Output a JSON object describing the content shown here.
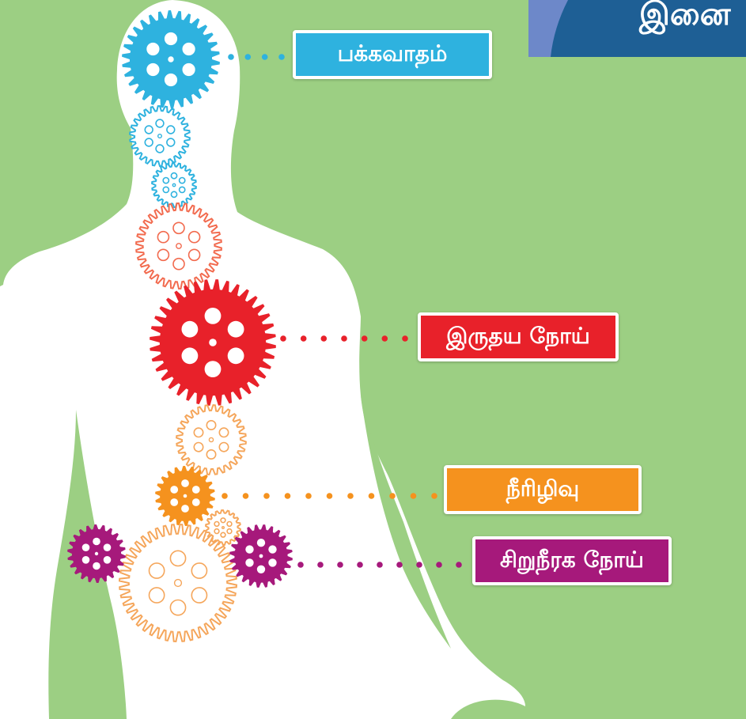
{
  "labels": {
    "stroke": "பக்கவாதம்",
    "heart_disease": "இருதய நோய்",
    "diabetes": "நீரிழிவு",
    "kidney_disease": "சிறுநீரக நோய்"
  },
  "corner_title": "இனை",
  "colors": {
    "background": "#9ccf83",
    "body": "#ffffff",
    "corner_panel": "#1e5f95",
    "stroke": "#2eb2df",
    "heart_disease": "#e8212a",
    "diabetes": "#f5921e",
    "kidney_disease": "#a6197b"
  },
  "gears": [
    {
      "name": "head-gear-icon",
      "color": "#2eb2df",
      "filled": true
    },
    {
      "name": "neck-gear-1-icon",
      "color": "#2eb2df",
      "filled": false
    },
    {
      "name": "neck-gear-2-icon",
      "color": "#2eb2df",
      "filled": false
    },
    {
      "name": "chest-gear-upper-icon",
      "color": "#f26b4f",
      "filled": false
    },
    {
      "name": "heart-gear-icon",
      "color": "#e8212a",
      "filled": true
    },
    {
      "name": "stomach-gear-icon",
      "color": "#f5a65b",
      "filled": false
    },
    {
      "name": "pancreas-gear-icon",
      "color": "#f5921e",
      "filled": true
    },
    {
      "name": "small-abdomen-gear-icon",
      "color": "#f5a65b",
      "filled": false
    },
    {
      "name": "intestine-gear-icon",
      "color": "#f5a65b",
      "filled": false
    },
    {
      "name": "left-kidney-gear-icon",
      "color": "#a6197b",
      "filled": true
    },
    {
      "name": "right-kidney-gear-icon",
      "color": "#a6197b",
      "filled": true
    }
  ]
}
